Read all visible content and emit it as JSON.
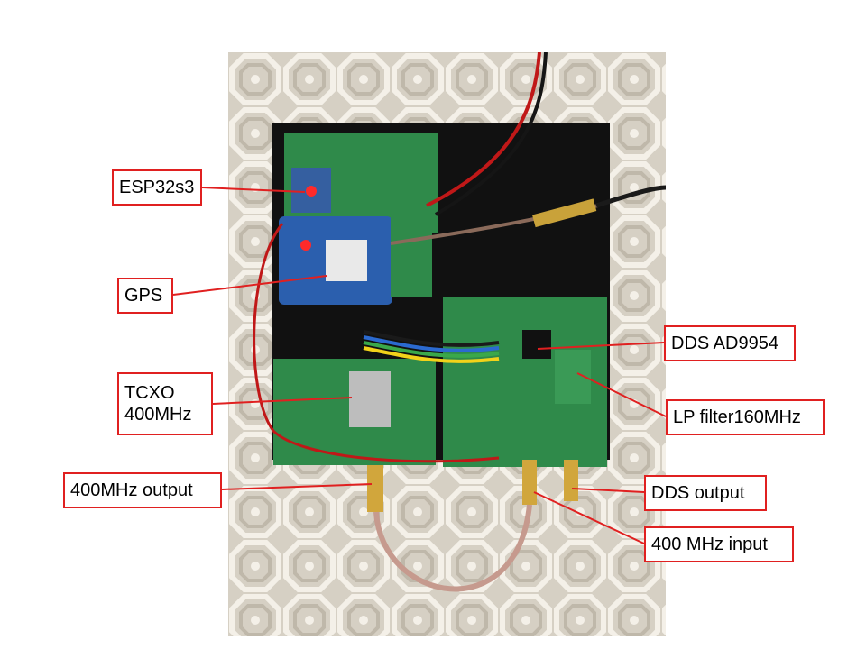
{
  "labels": {
    "esp32": "ESP32s3",
    "gps": "GPS",
    "tcxo_line1": "TCXO",
    "tcxo_line2": "400MHz",
    "out400": "400MHz output",
    "dds": "DDS AD9954",
    "lpf": "LP filter160MHz",
    "dds_out": "DDS output",
    "in400": "400 MHz input"
  },
  "colors": {
    "callout_border": "#e02020",
    "leader_line": "#e02020",
    "pcb_green": "#2f8a4a",
    "tablecloth": "#d9d3c8"
  }
}
